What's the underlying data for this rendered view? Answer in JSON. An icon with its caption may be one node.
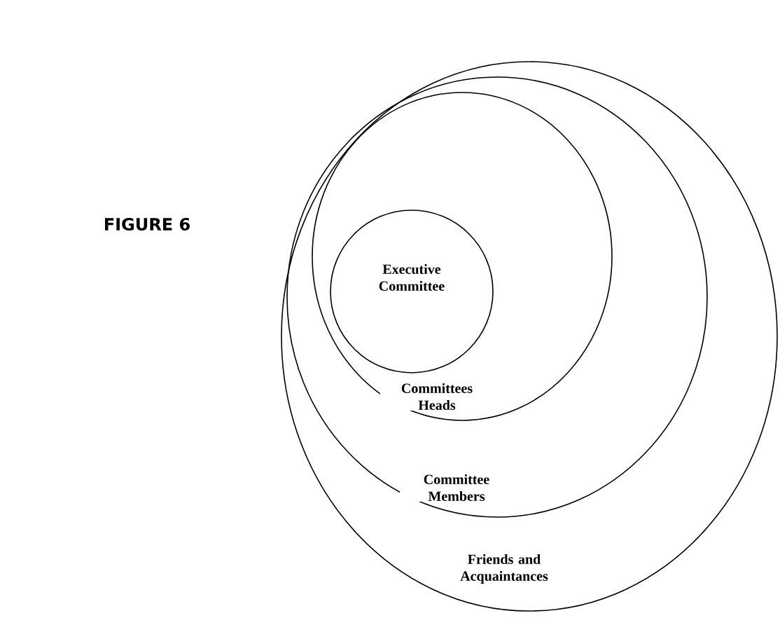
{
  "diagram": {
    "nodes": [
      {
        "text": [
          "Friends and Acquaintances"
        ]
      },
      {
        "text": [
          "Committee Members"
        ],
        "in": 0
      },
      {
        "text": [
          "Committees Heads"
        ],
        "in": 1
      },
      {
        "text": [
          "Executive Committee"
        ],
        "in": 2
      }
    ],
    "labels": [
      "FIGURE 6"
    ]
  }
}
